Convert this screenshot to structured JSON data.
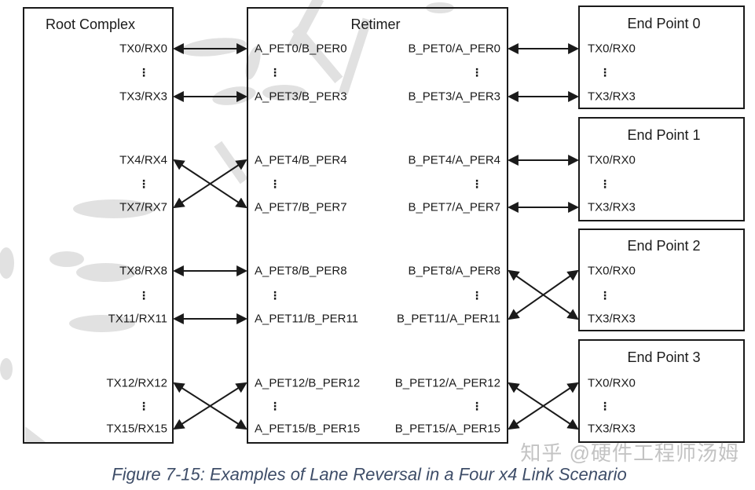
{
  "figure": {
    "caption": "Figure 7-15: Examples of Lane Reversal in a Four x4 Link Scenario"
  },
  "watermark": "知乎 @硬件工程师汤姆",
  "ellipsis": "⋮",
  "colors": {
    "line": "#1a1a1a",
    "caption": "#3e4d68",
    "watermark": "#c3c3c3"
  },
  "root_complex": {
    "title": "Root Complex",
    "ports": [
      "TX0/RX0",
      "TX3/RX3",
      "TX4/RX4",
      "TX7/RX7",
      "TX8/RX8",
      "TX11/RX11",
      "TX12/RX12",
      "TX15/RX15"
    ]
  },
  "retimer": {
    "title": "Retimer",
    "a_ports": [
      "A_PET0/B_PER0",
      "A_PET3/B_PER3",
      "A_PET4/B_PER4",
      "A_PET7/B_PER7",
      "A_PET8/B_PER8",
      "A_PET11/B_PER11",
      "A_PET12/B_PER12",
      "A_PET15/B_PER15"
    ],
    "b_ports": [
      "B_PET0/A_PER0",
      "B_PET3/A_PER3",
      "B_PET4/A_PER4",
      "B_PET7/A_PER7",
      "B_PET8/A_PER8",
      "B_PET11/A_PER11",
      "B_PET12/A_PER12",
      "B_PET15/A_PER15"
    ]
  },
  "end_points": [
    {
      "title": "End Point 0",
      "ports": [
        "TX0/RX0",
        "TX3/RX3"
      ]
    },
    {
      "title": "End Point 1",
      "ports": [
        "TX0/RX0",
        "TX3/RX3"
      ]
    },
    {
      "title": "End Point 2",
      "ports": [
        "TX0/RX0",
        "TX3/RX3"
      ]
    },
    {
      "title": "End Point 3",
      "ports": [
        "TX0/RX0",
        "TX3/RX3"
      ]
    }
  ],
  "links": {
    "root_to_retimer": [
      "straight",
      "crossed",
      "straight",
      "crossed"
    ],
    "retimer_to_endpoints": [
      "straight",
      "straight",
      "crossed",
      "crossed"
    ]
  }
}
